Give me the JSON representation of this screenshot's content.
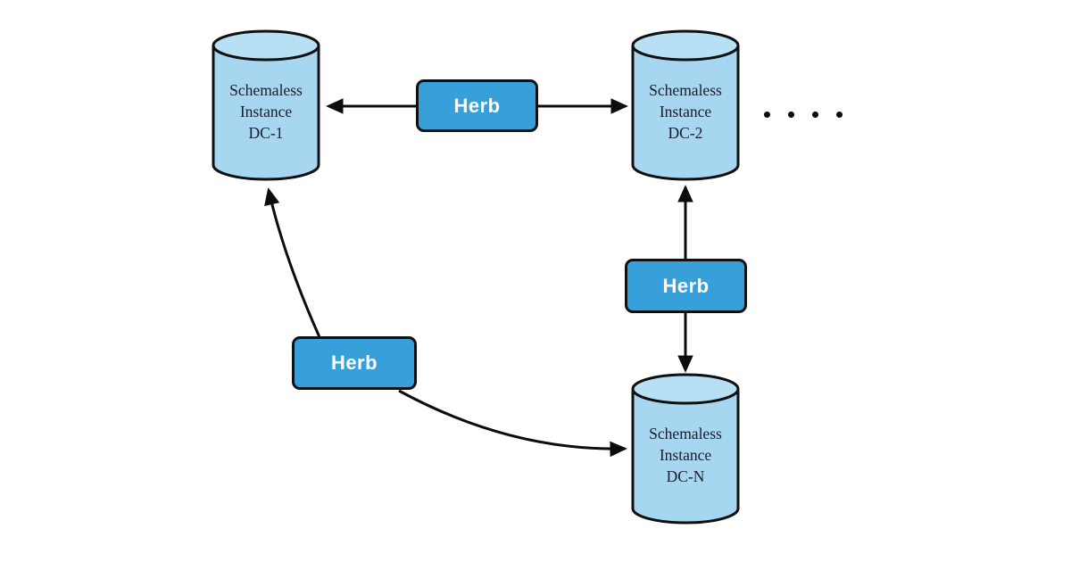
{
  "nodes": [
    {
      "id": "dc1",
      "lines": [
        "Schemaless",
        "Instance",
        "DC-1"
      ]
    },
    {
      "id": "dc2",
      "lines": [
        "Schemaless",
        "Instance",
        "DC-2"
      ]
    },
    {
      "id": "dcn",
      "lines": [
        "Schemaless",
        "Instance",
        "DC-N"
      ]
    }
  ],
  "connectors": [
    {
      "id": "herb-dc1-dc2",
      "label": "Herb"
    },
    {
      "id": "herb-dc2-dcn",
      "label": "Herb"
    },
    {
      "id": "herb-dc1-dcn",
      "label": "Herb"
    }
  ],
  "ellipsis": {
    "dot_count": 4
  },
  "colors": {
    "background": "#ffffff",
    "cylinder_fill": "#a7d6f0",
    "cylinder_top_fill": "#b7e0f5",
    "herb_fill": "#37a0db",
    "outline": "#101010",
    "node_text": "#1b1b2f",
    "herb_text": "#ffffff"
  }
}
